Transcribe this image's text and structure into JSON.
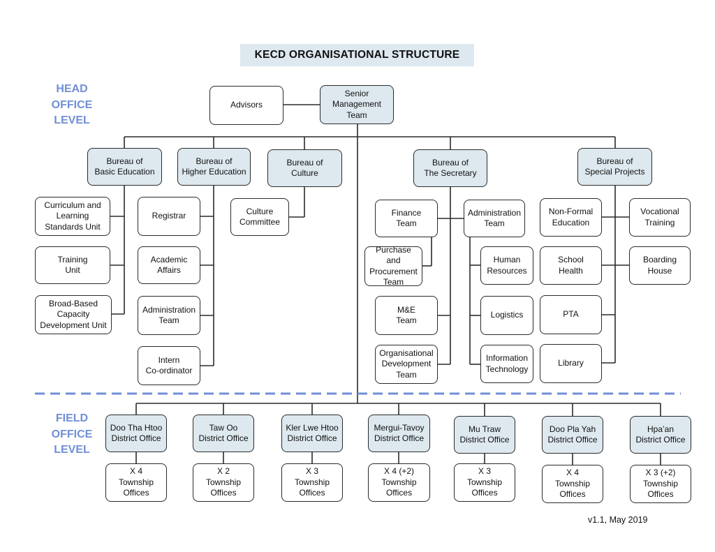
{
  "title": "KECD ORGANISATIONAL STRUCTURE",
  "levels": {
    "head": "HEAD\nOFFICE\nLEVEL",
    "field": "FIELD\nOFFICE\nLEVEL"
  },
  "version": "v1.1, May 2019",
  "top": {
    "advisors": "Advisors",
    "senior_management": "Senior\nManagement\nTeam"
  },
  "bureaus": {
    "basic_education": "Bureau of\nBasic Education",
    "higher_education": "Bureau of\nHigher Education",
    "culture": "Bureau of\nCulture",
    "secretary": "Bureau of\nThe Secretary",
    "special_projects": "Bureau of\nSpecial Projects"
  },
  "basic_education_units": [
    "Curriculum and\nLearning\nStandards Unit",
    "Training\nUnit",
    "Broad-Based\nCapacity\nDevelopment Unit"
  ],
  "higher_education_units": [
    "Registrar",
    "Academic\nAffairs",
    "Administration\nTeam",
    "Intern\nCo-ordinator"
  ],
  "culture_units": [
    "Culture\nCommittee"
  ],
  "secretary_units": {
    "finance": "Finance\nTeam",
    "purchase": "Purchase and\nProcurement\nTeam",
    "me": "M&E\nTeam",
    "org_dev": "Organisational\nDevelopment\nTeam",
    "administration": "Administration\nTeam",
    "human_resources": "Human\nResources",
    "logistics": "Logistics",
    "it": "Information\nTechnology"
  },
  "special_projects_units": {
    "non_formal": "Non-Formal\nEducation",
    "school_health": "School\nHealth",
    "pta": "PTA",
    "library": "Library",
    "vocational": "Vocational\nTraining",
    "boarding": "Boarding\nHouse"
  },
  "districts": [
    {
      "name": "Doo Tha Htoo\nDistrict Office",
      "townships": "X 4\nTownship\nOffices"
    },
    {
      "name": "Taw Oo\nDistrict Office",
      "townships": "X 2\nTownship\nOffices"
    },
    {
      "name": "Kler Lwe Htoo\nDistrict Office",
      "townships": "X 3\nTownship\nOffices"
    },
    {
      "name": "Mergui-Tavoy\nDistrict Office",
      "townships": "X 4 (+2)\nTownship\nOffices"
    },
    {
      "name": "Mu Traw\nDistrict Office",
      "townships": "X 3\nTownship\nOffices"
    },
    {
      "name": "Doo Pla Yah\nDistrict Office",
      "townships": "X 4\nTownship\nOffices"
    },
    {
      "name": "Hpa’an\nDistrict Office",
      "townships": "X 3 (+2)\nTownship\nOffices"
    }
  ],
  "colors": {
    "box_fill": "#dde8ef",
    "level_text": "#6f8fd6",
    "divider": "#6f8fd6",
    "line": "#2a2a2a"
  }
}
